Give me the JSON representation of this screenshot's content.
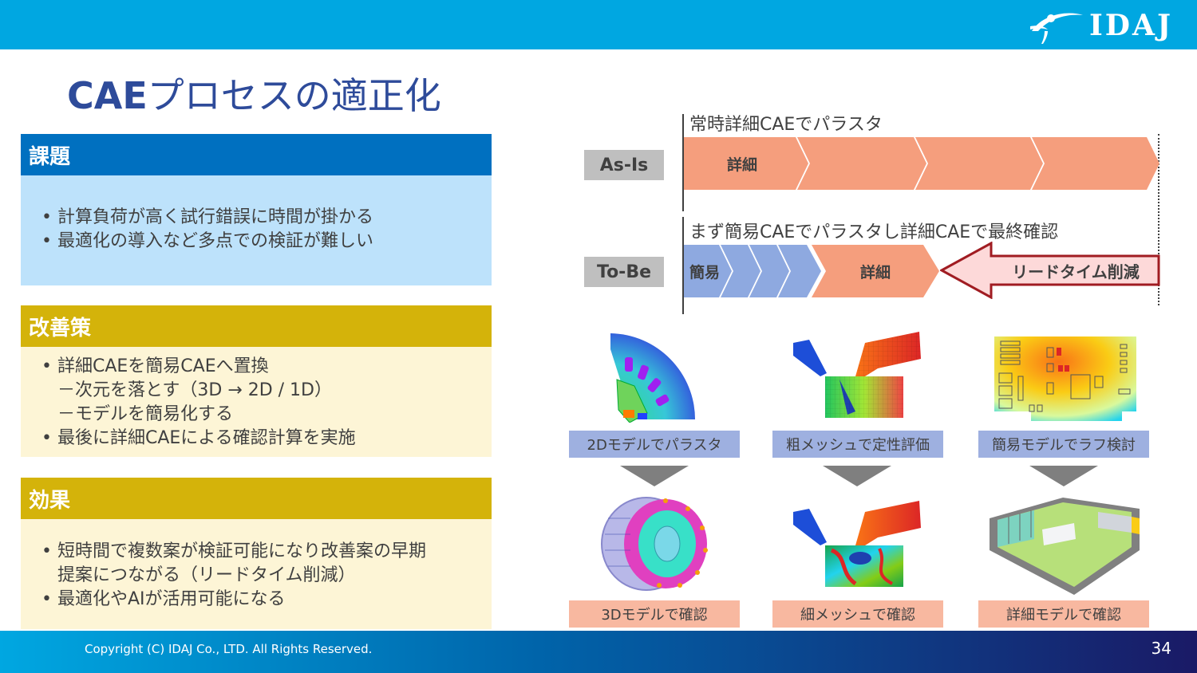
{
  "header": {
    "logo_text": "IDAJ",
    "brand_color": "#00a7e1"
  },
  "slide": {
    "title_latin": "CAE",
    "title_jp": "プロセスの適正化",
    "title_color": "#2e4b9a"
  },
  "panels": [
    {
      "heading": "課題",
      "head_color": "#0070c0",
      "body_color": "#bde2fb",
      "items": [
        {
          "type": "bullet",
          "text": "計算負荷が高く試行錯誤に時間が掛かる"
        },
        {
          "type": "bullet",
          "text": "最適化の導入など多点での検証が難しい"
        }
      ]
    },
    {
      "heading": "改善策",
      "head_color": "#d4b30a",
      "body_color": "#fdf5d6",
      "items": [
        {
          "type": "bullet",
          "text": "詳細CAEを簡易CAEへ置換"
        },
        {
          "type": "sub",
          "text": "－次元を落とす（3D → 2D / 1D）"
        },
        {
          "type": "sub",
          "text": "－モデルを簡易化する"
        },
        {
          "type": "bullet",
          "text": "最後に詳細CAEによる確認計算を実施"
        }
      ]
    },
    {
      "heading": "効果",
      "head_color": "#d4b30a",
      "body_color": "#fdf5d6",
      "items": [
        {
          "type": "bullet",
          "text": "短時間で複数案が検証可能になり改善案の早期"
        },
        {
          "type": "cont",
          "text": "提案につながる（リードタイム削減）"
        },
        {
          "type": "bullet",
          "text": "最適化やAIが活用可能になる"
        }
      ]
    }
  ],
  "bullet_char": "•",
  "process": {
    "as_is": {
      "tag": "As-Is",
      "caption": "常時詳細CAEでパラスタ",
      "steps": [
        "詳細",
        "",
        "",
        ""
      ],
      "color": "#f59e7d"
    },
    "to_be": {
      "tag": "To-Be",
      "caption": "まず簡易CAEでパラスタし詳細CAEで最終確認",
      "simple_steps": [
        "簡易",
        "",
        "",
        ""
      ],
      "simple_color": "#8ea9e0",
      "detail_step": "詳細",
      "detail_color": "#f59e7d",
      "lead_time_label": "リードタイム削減",
      "lead_time_fill": "#fdd9d9",
      "lead_time_border": "#a01c22"
    }
  },
  "examples": [
    {
      "simplified_label": "2Dモデルでパラスタ",
      "detailed_label": "3Dモデルで確認",
      "simplified_image": "motor-2d-sector-contour",
      "detailed_image": "motor-3d-contour"
    },
    {
      "simplified_label": "粗メッシュで定性評価",
      "detailed_label": "細メッシュで確認",
      "simplified_image": "engine-port-coarse-mesh",
      "detailed_image": "engine-port-fine-mesh"
    },
    {
      "simplified_label": "簡易モデルでラフ検討",
      "detailed_label": "詳細モデルで確認",
      "simplified_image": "pcb-thermal-2d",
      "detailed_image": "enclosure-thermal-3d"
    }
  ],
  "footer": {
    "copyright": "Copyright (C)  IDAJ Co., LTD. All Rights Reserved.",
    "page_number": "34"
  }
}
